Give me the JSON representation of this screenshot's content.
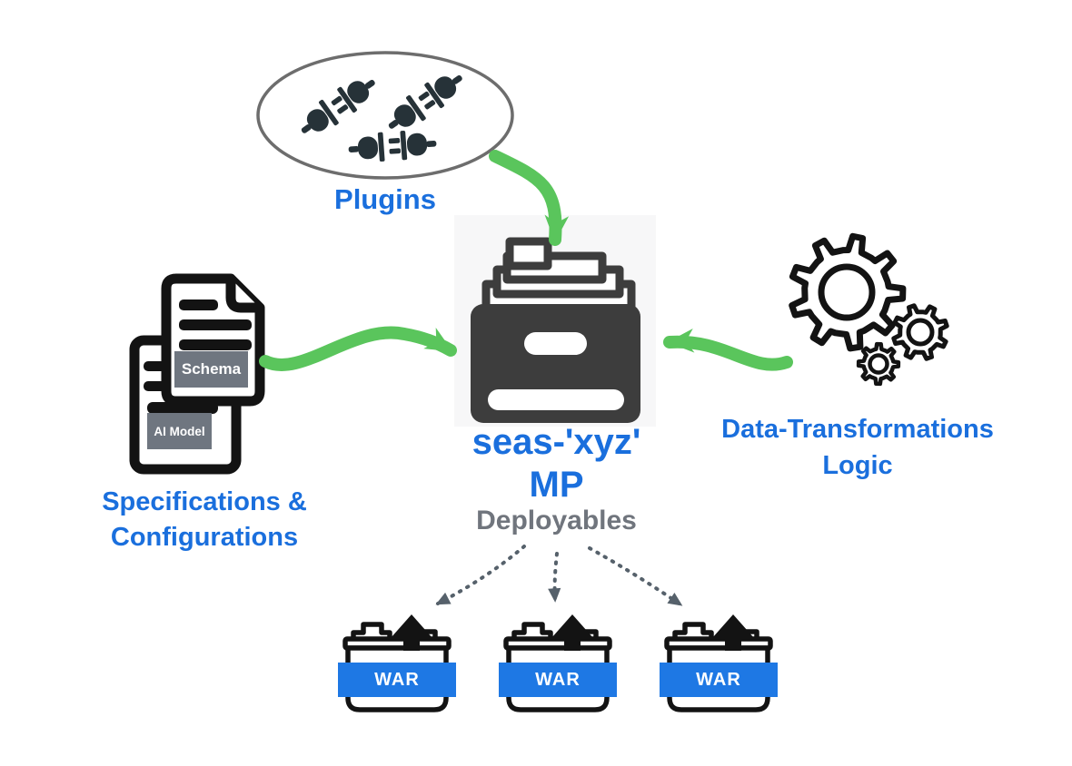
{
  "diagram": {
    "plugins": {
      "label": "Plugins"
    },
    "specifications": {
      "label_line1": "Specifications &",
      "label_line2": "Configurations",
      "front_doc_badge": "Schema",
      "back_doc_badge": "AI Model"
    },
    "transformations": {
      "label_line1": "Data-Transformations",
      "label_line2": "Logic"
    },
    "core": {
      "title_line1": "seas-'xyz'",
      "title_line2": "MP",
      "subtitle": "Deployables"
    },
    "deployables": [
      {
        "label": "WAR"
      },
      {
        "label": "WAR"
      },
      {
        "label": "WAR"
      }
    ],
    "colors": {
      "accent_blue": "#1a6fdd",
      "banner_blue": "#1e78e4",
      "green": "#5ac55c",
      "gray_label": "#6f7680",
      "subtitle_gray": "#70757d",
      "dark": "#3d3d3d",
      "outline_dark": "#131313",
      "plug_navy": "#263238",
      "arrow_gray": "#56616b",
      "ellipse_gray": "#6d6d6d",
      "panel_bg": "#f7f7f8"
    }
  }
}
